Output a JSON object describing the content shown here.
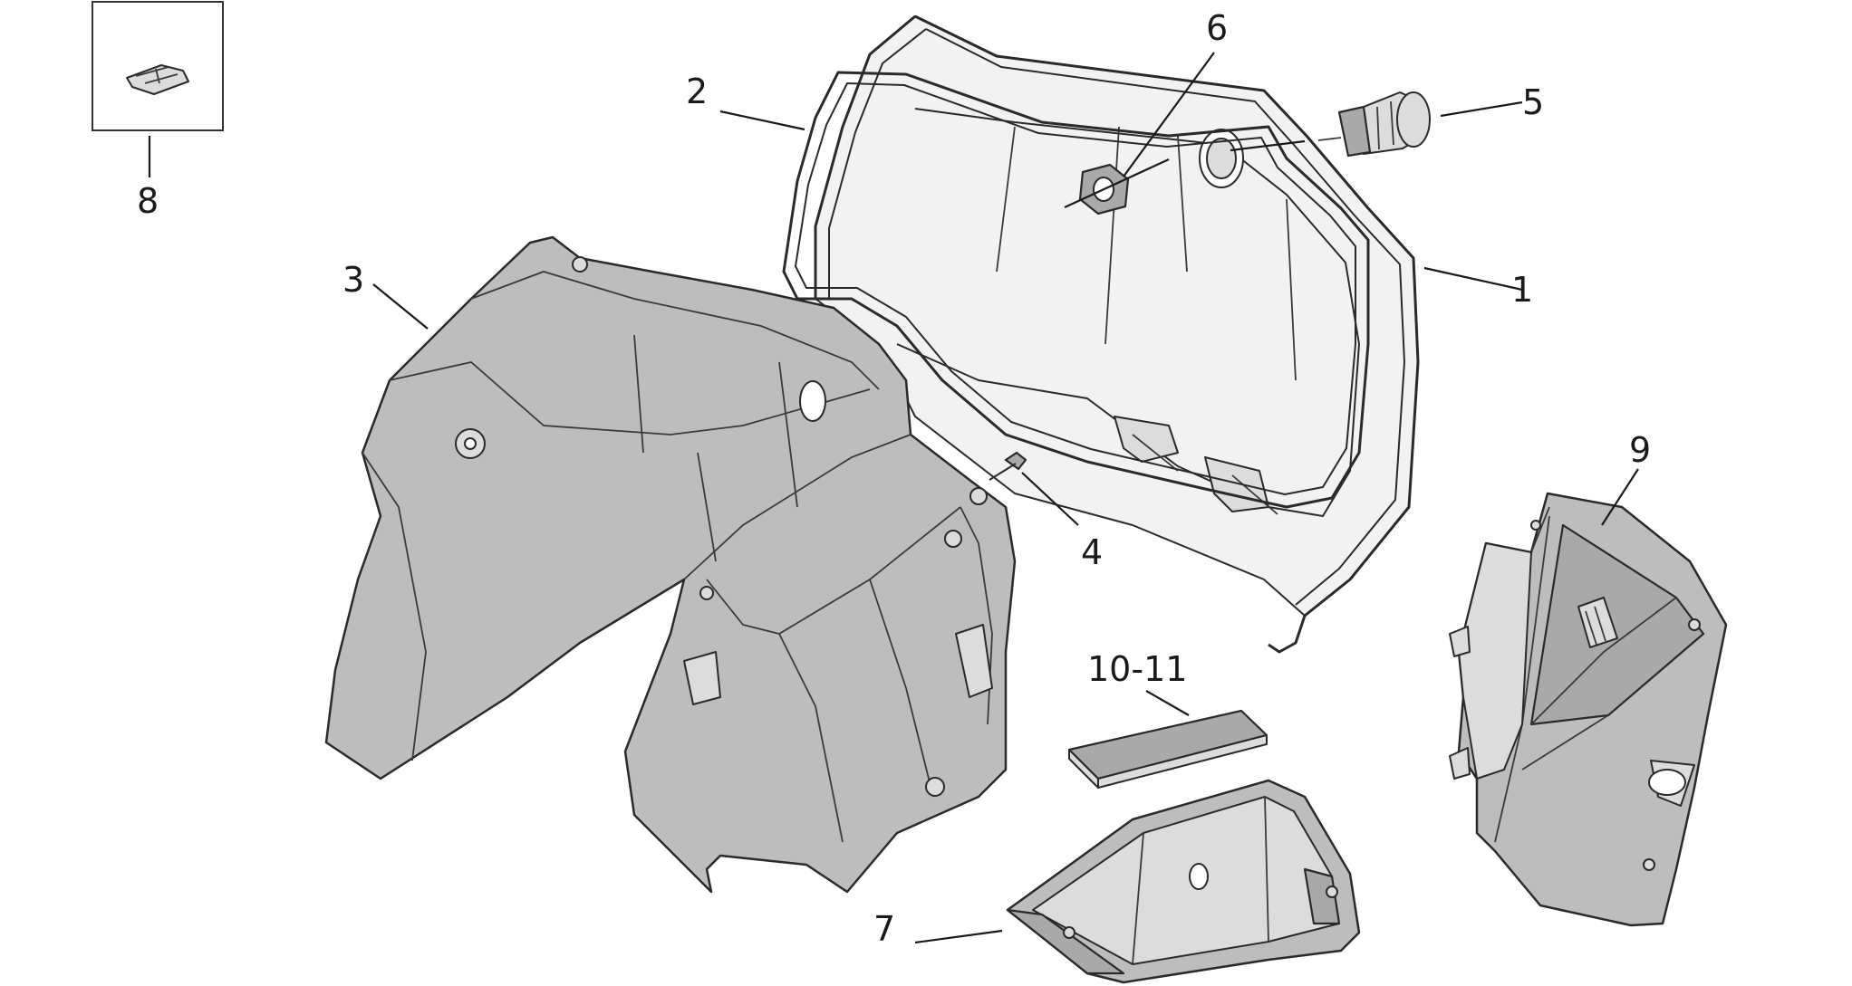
{
  "callouts": {
    "c1": "1",
    "c2": "2",
    "c3": "3",
    "c4": "4",
    "c5": "5",
    "c6": "6",
    "c7": "7",
    "c8": "8",
    "c9": "9",
    "c10_11": "10-11"
  },
  "colors": {
    "part_fill": "#bdbdbd",
    "outline": "#2a2a2a",
    "background": "#ffffff"
  }
}
